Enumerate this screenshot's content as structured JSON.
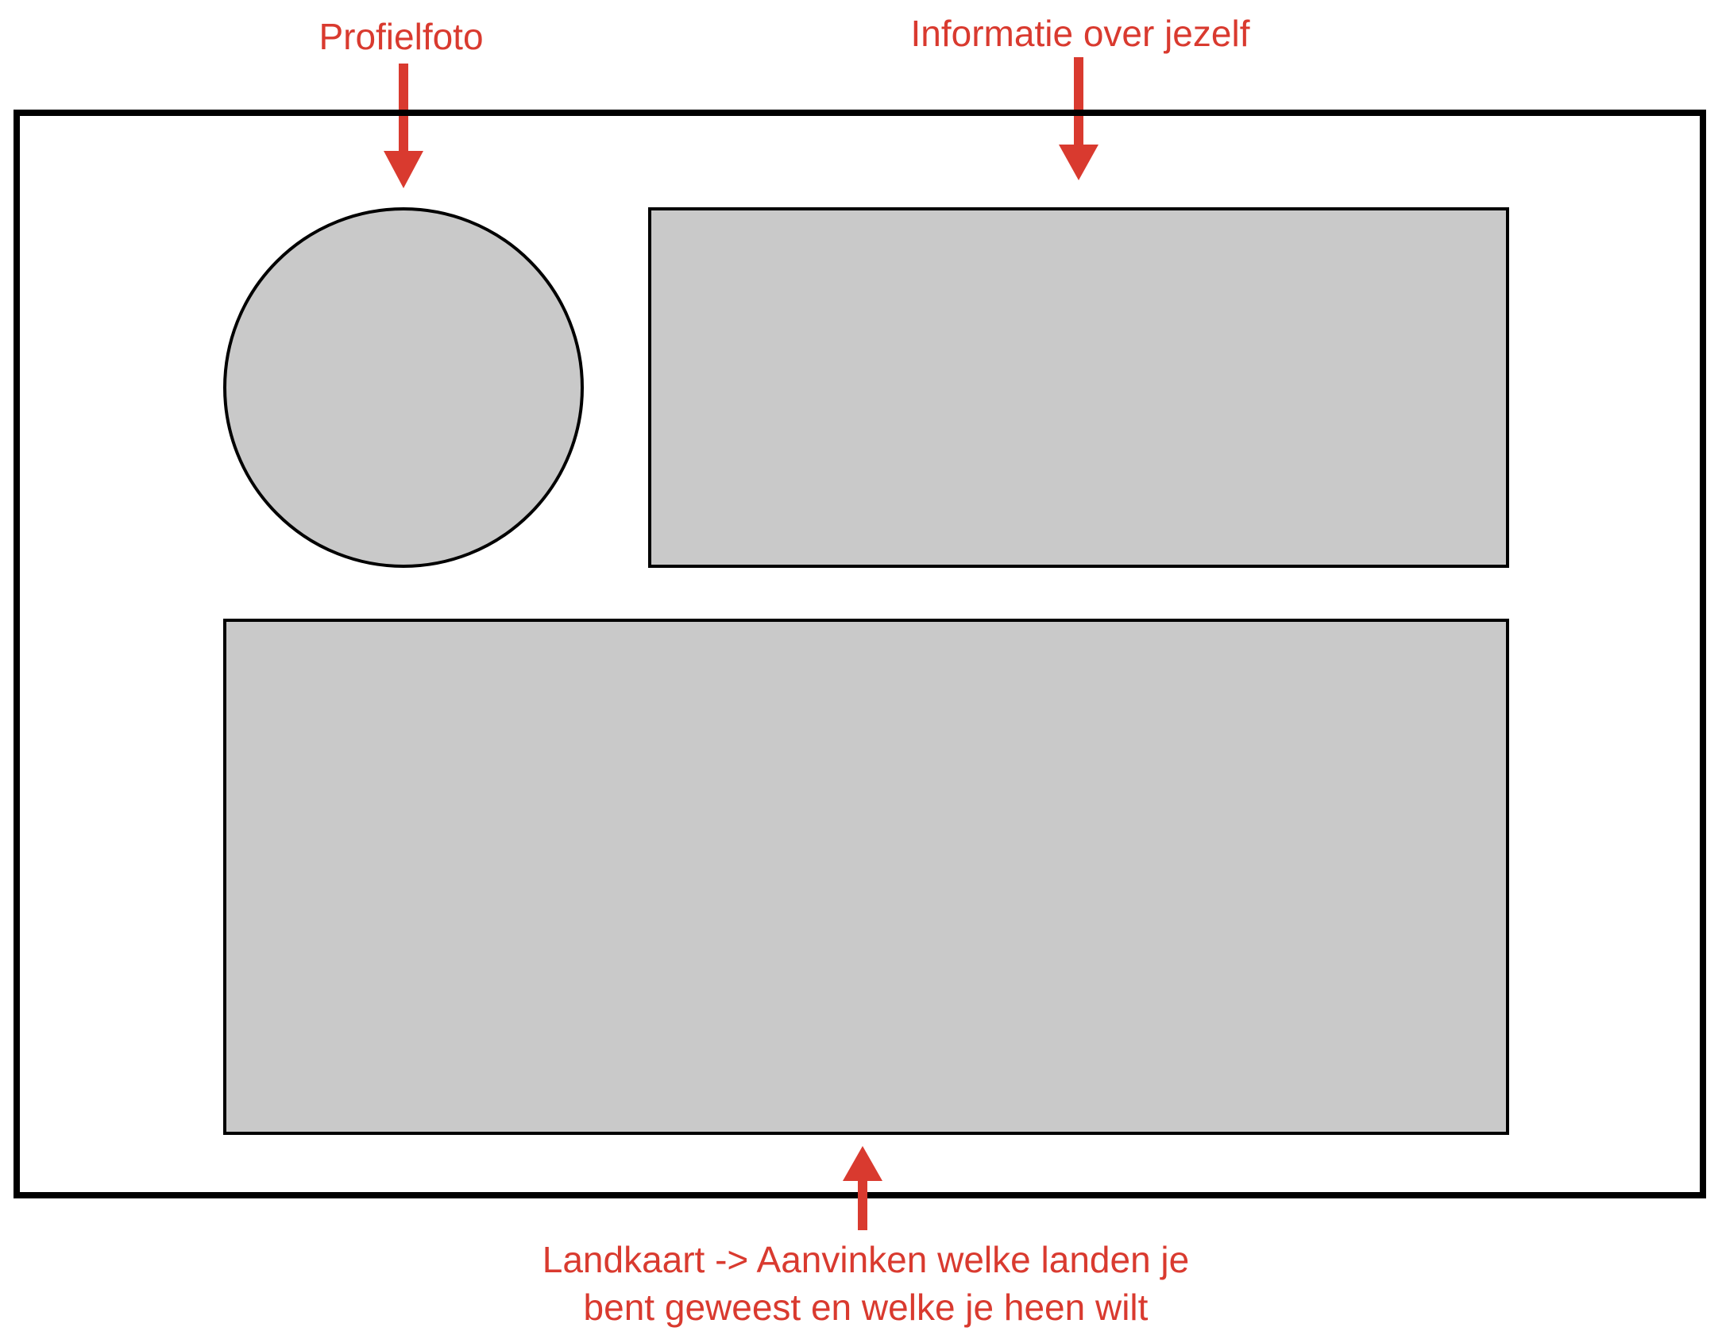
{
  "labels": {
    "profile_photo": "Profielfoto",
    "info": "Informatie over jezelf",
    "map_line1": "Landkaart -> Aanvinken welke landen je",
    "map_line2": "bent geweest en welke je heen wilt"
  },
  "colors": {
    "annotation": "#d93a2f",
    "placeholder_fill": "#c9c9c9",
    "outline": "#000000"
  }
}
